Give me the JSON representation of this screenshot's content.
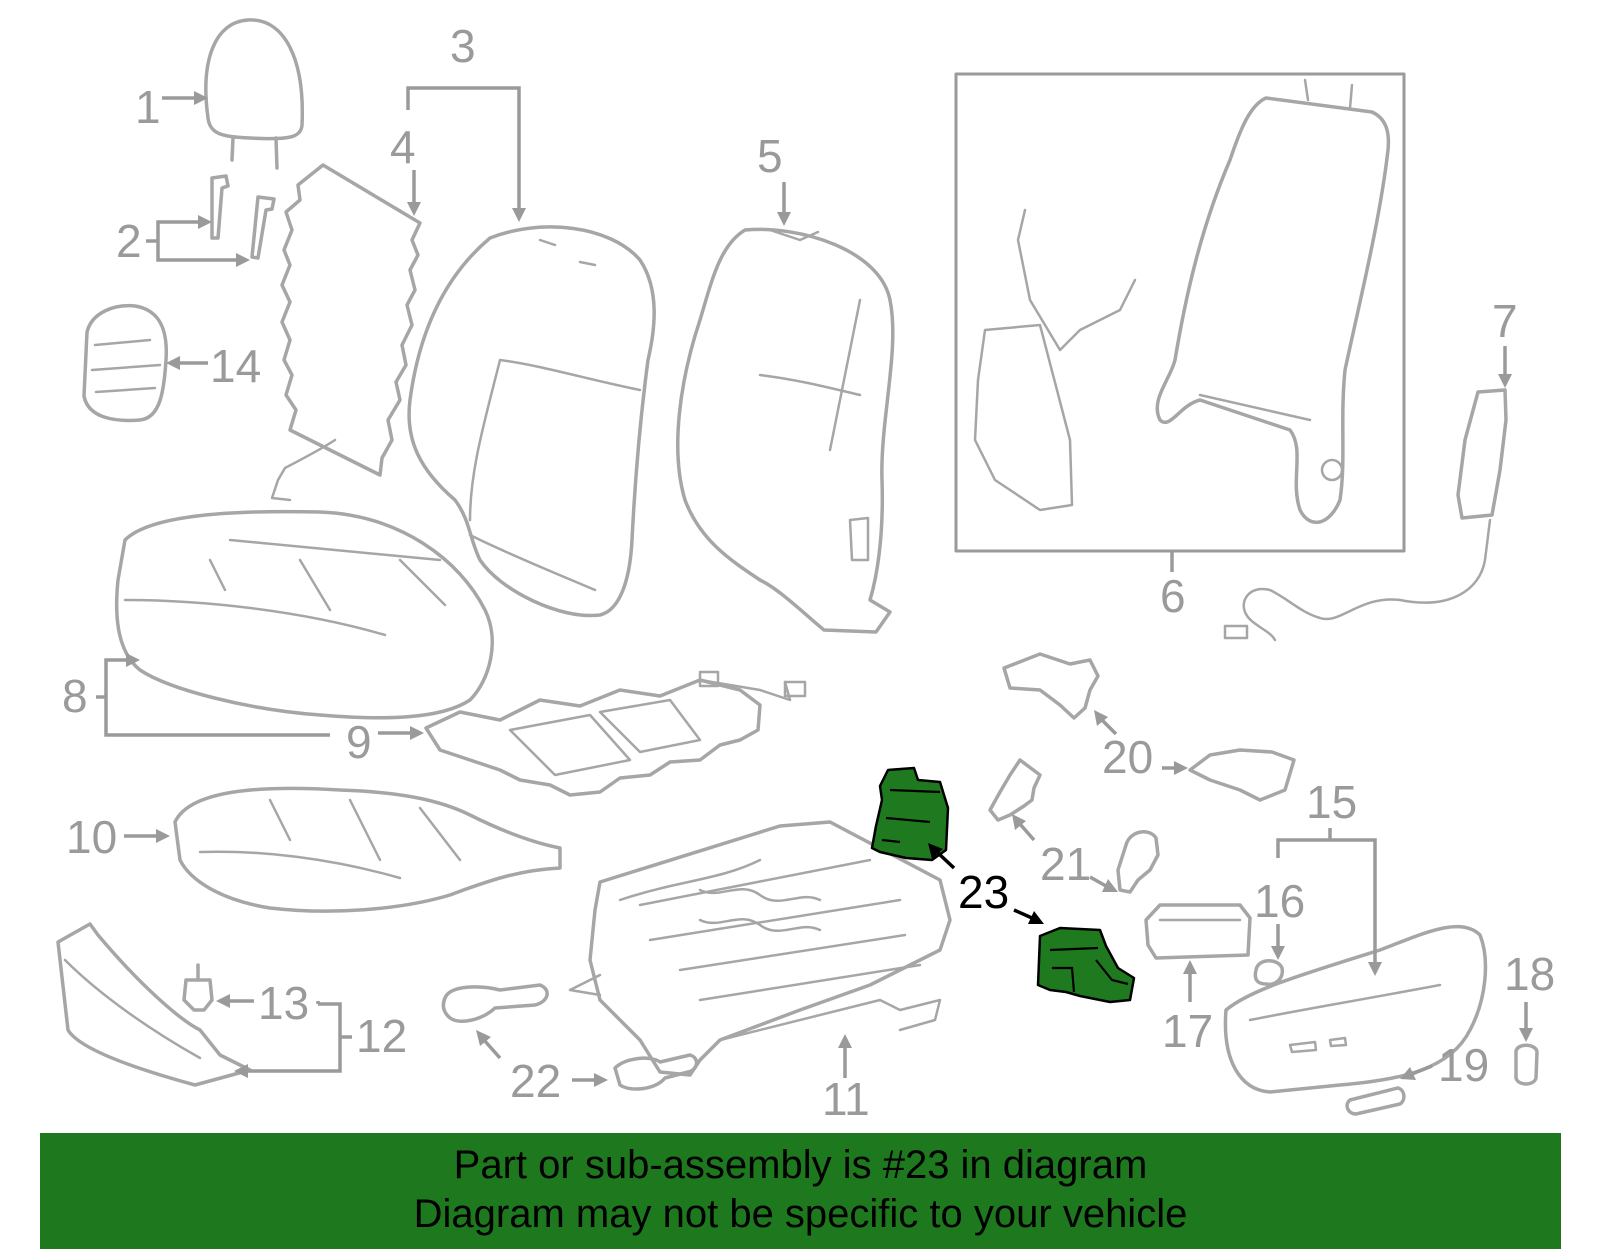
{
  "callouts": {
    "c1": "1",
    "c2": "2",
    "c3": "3",
    "c4": "4",
    "c5": "5",
    "c6": "6",
    "c7": "7",
    "c8": "8",
    "c9": "9",
    "c10": "10",
    "c11": "11",
    "c12": "12",
    "c13": "13",
    "c14": "14",
    "c15": "15",
    "c16": "16",
    "c17": "17",
    "c18": "18",
    "c19": "19",
    "c20": "20",
    "c21": "21",
    "c22": "22",
    "c23": "23"
  },
  "highlight": {
    "part_number": "23",
    "color": "#1e781e"
  },
  "banner": {
    "line1": "Part or sub-assembly is #23 in diagram",
    "line2": "Diagram may not be specific to your vehicle"
  }
}
